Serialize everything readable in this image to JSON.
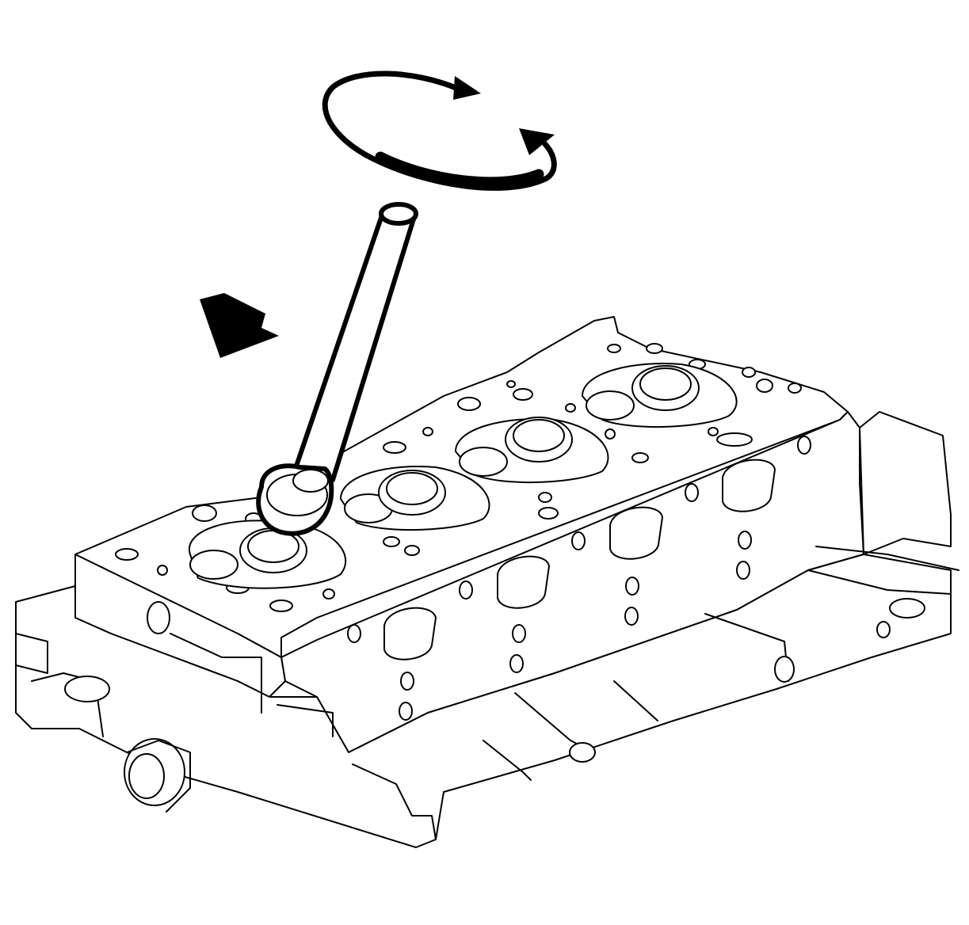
{
  "figure": {
    "subject": "cylinder-head",
    "tool": "valve-lapping-stick",
    "motion": "rotate-back-and-forth",
    "direction_indicator": "view-arrow",
    "colors": {
      "line": "#000000",
      "background": "#ffffff"
    }
  }
}
